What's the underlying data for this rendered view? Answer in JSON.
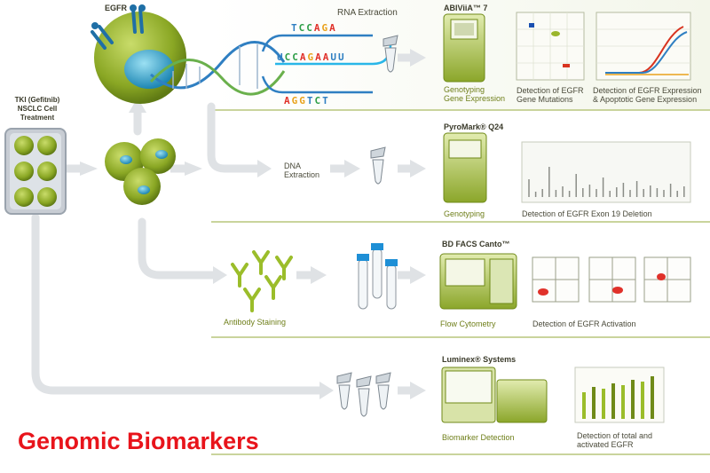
{
  "title": "Genomic Biomarkers",
  "labels": {
    "egfr": "EGFR",
    "rna_extraction": "RNA Extraction",
    "tki_line1": "TKI (Gefitnib)",
    "tki_line2": "NSCLC Cell",
    "tki_line3": "Treatment",
    "dna_line1": "DNA",
    "dna_line2": "Extraction",
    "antibody_staining": "Antibody Staining"
  },
  "sequences": {
    "seq1": [
      "T",
      "C",
      "C",
      "A",
      "G",
      "A"
    ],
    "seq2": [
      "U",
      "C",
      "C",
      "A",
      "G",
      "A",
      "A",
      "U",
      "U"
    ],
    "seq3": [
      "A",
      "G",
      "G",
      "T",
      "C",
      "T"
    ]
  },
  "base_colors": {
    "A": "#e0312a",
    "C": "#2e9e48",
    "G": "#e9a21b",
    "T": "#2f7fc2",
    "U": "#2f7fc2"
  },
  "instruments": {
    "abi": "ABIViiA™ 7",
    "pyromark": "PyroMark® Q24",
    "facs": "BD FACS Canto™",
    "luminex": "Luminex® Systems"
  },
  "methods": {
    "genotyping_line1": "Genotyping",
    "genotyping_line2": "Gene Expression",
    "genotyping2": "Genotyping",
    "flow": "Flow Cytometry",
    "biomarker": "Biomarker Detection"
  },
  "detections": {
    "mutations_line1": "Detection of EGFR",
    "mutations_line2": "Gene Mutations",
    "expression_line1": "Detection of EGFR Expression",
    "expression_line2": "& Apoptotic Gene Expression",
    "exon19": "Detection of EGFR Exon 19 Deletion",
    "activation": "Detection of EGFR Activation",
    "total_line1": "Detection of total and",
    "total_line2": "activated EGFR"
  },
  "colors": {
    "title_red": "#e8141b",
    "cell_green": "#7a9a1f",
    "nucleus_blue": "#3aa0c8",
    "olive_text": "#6f7f1a",
    "arrow_gray": "#d9dcdf"
  }
}
